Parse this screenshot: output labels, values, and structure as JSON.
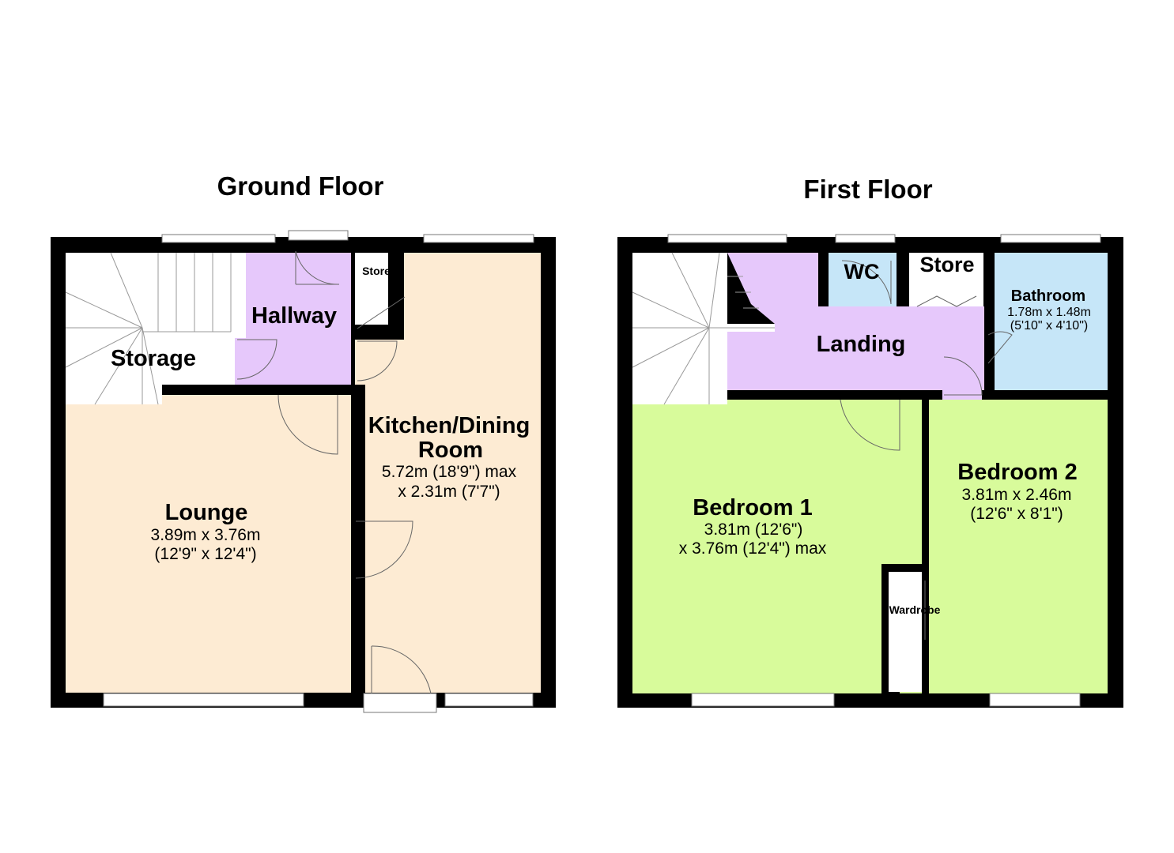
{
  "floors": [
    {
      "title": "Ground Floor",
      "rooms": {
        "hallway": {
          "name": "Hallway"
        },
        "storage": {
          "name": "Storage"
        },
        "store": {
          "name": "Store"
        },
        "lounge": {
          "name": "Lounge",
          "dim_metric": "3.89m x 3.76m",
          "dim_imperial": "(12'9\" x 12'4\")"
        },
        "kitchen": {
          "name_line1": "Kitchen/Dining",
          "name_line2": "Room",
          "dim_line1": "5.72m (18'9\") max",
          "dim_line2": "x 2.31m (7'7\")"
        }
      }
    },
    {
      "title": "First Floor",
      "rooms": {
        "wc": {
          "name": "WC"
        },
        "store": {
          "name": "Store"
        },
        "bathroom": {
          "name": "Bathroom",
          "dim_metric": "1.78m x 1.48m",
          "dim_imperial": "(5'10\" x 4'10\")"
        },
        "landing": {
          "name": "Landing"
        },
        "bedroom1": {
          "name": "Bedroom 1",
          "dim_line1": "3.81m (12'6\")",
          "dim_line2": "x 3.76m (12'4\") max"
        },
        "bedroom2": {
          "name": "Bedroom 2",
          "dim_metric": "3.81m x 2.46m",
          "dim_imperial": "(12'6\" x 8'1\")"
        },
        "wardrobe": {
          "name": "Wardrobe"
        }
      }
    }
  ],
  "colors": {
    "wall": "#000000",
    "lounge_kitchen": "#fdebd3",
    "hall_landing": "#e6c8fb",
    "wet_rooms": "#c6e6f8",
    "bedrooms": "#d8fb9b",
    "stairs": "#ffffff"
  }
}
